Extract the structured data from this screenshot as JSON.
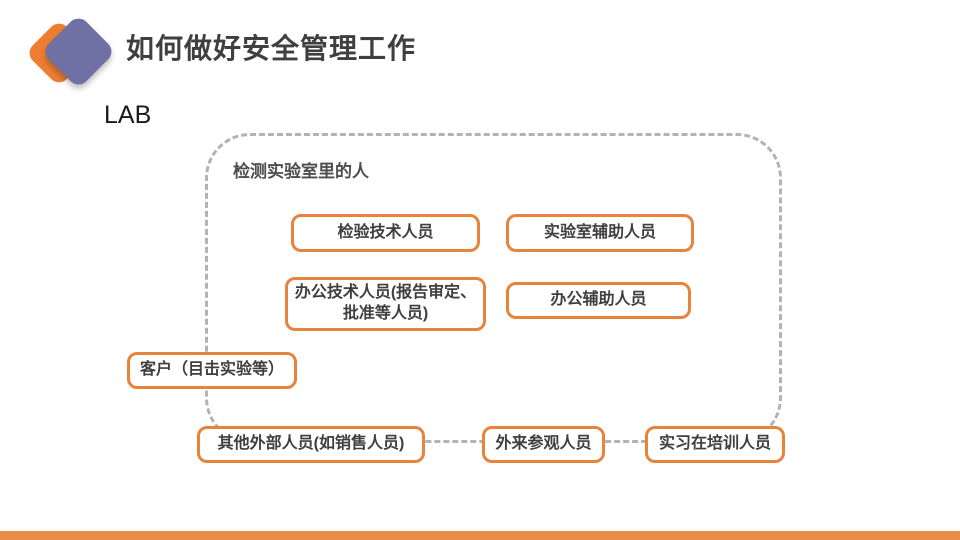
{
  "header": {
    "title": "如何做好安全管理工作"
  },
  "logo": {
    "description": "two-overlapping-rounded-diamonds",
    "back_diamond_color": "#ED7D31",
    "front_diamond_color": "#6F71A5"
  },
  "lab_label": "LAB",
  "diagram": {
    "container_label": "检测实验室里的人",
    "boxes": [
      {
        "label": "检验技术人员"
      },
      {
        "label": "实验室辅助人员"
      },
      {
        "label": "办公技术人员(报告审定、批准等人员)"
      },
      {
        "label": "办公辅助人员"
      },
      {
        "label": "客户（目击实验等）"
      },
      {
        "label": "其他外部人员(如销售人员)"
      },
      {
        "label": "外来参观人员"
      },
      {
        "label": "实习在培训人员"
      }
    ]
  },
  "colors": {
    "box_border_orange": "#E8833C",
    "dashed_border_gray": "#B3B3B3",
    "accent_orange": "#ED7D31",
    "accent_purple": "#6F71A5",
    "title_text": "#3F3F3F",
    "bottom_bar_orange": "#E98C4A"
  }
}
